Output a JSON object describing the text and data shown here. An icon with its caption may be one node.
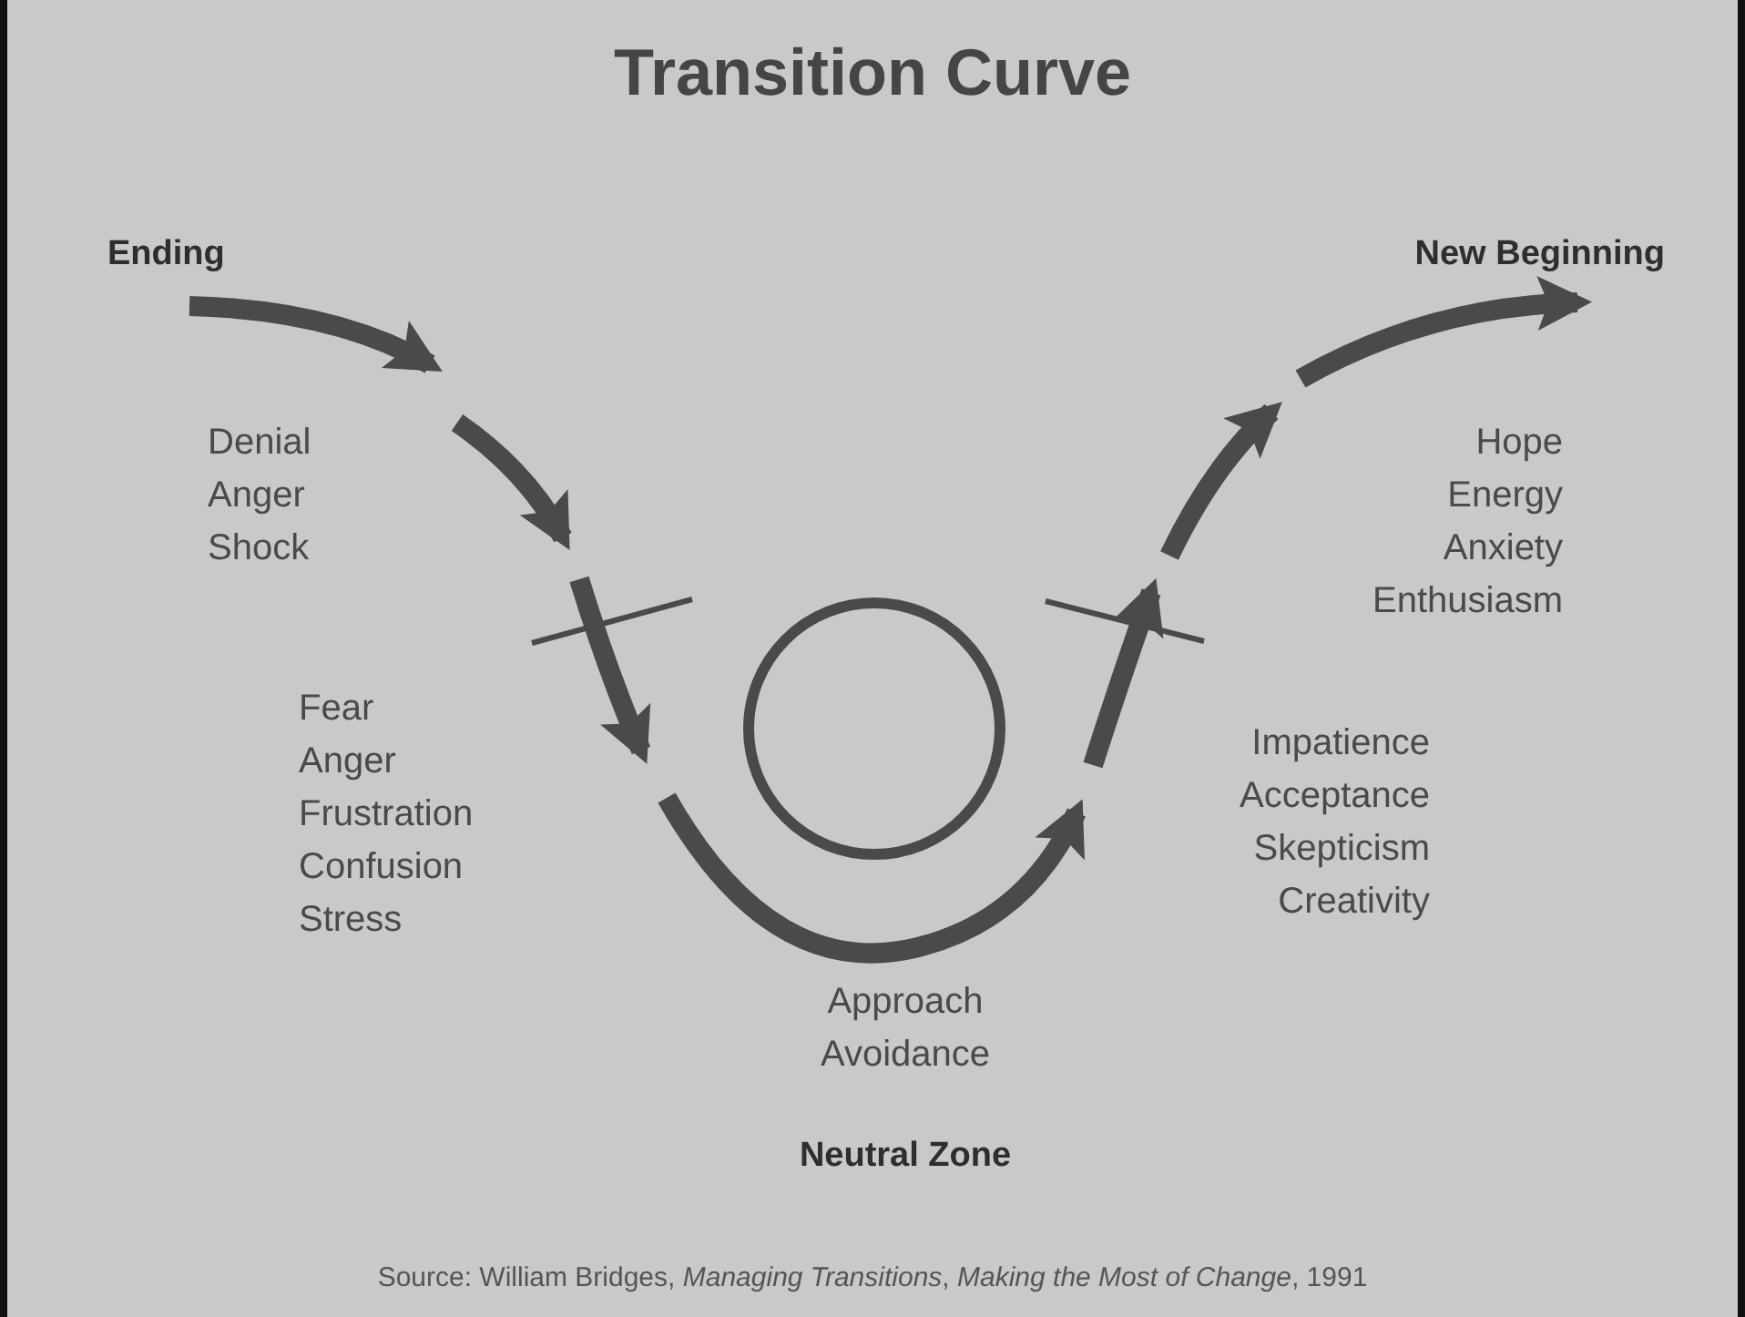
{
  "diagram": {
    "title": "Transition Curve",
    "caption": "Source: William Bridges, *Managing Transitions*, *Making the Most of Change*, 1991",
    "nodes": [
      {
        "text": [],
        "shape": "circle"
      }
    ],
    "labels": [
      "Ending",
      "New Beginning",
      "Denial",
      "Anger",
      "Shock",
      "Hope",
      "Energy",
      "Anxiety",
      "Enthusiasm",
      "Fear",
      "Anger",
      "Frustration",
      "Confusion",
      "Stress",
      "Impatience",
      "Acceptance",
      "Skepticism",
      "Creativity",
      "Approach",
      "Avoidance",
      "Neutral Zone"
    ]
  }
}
